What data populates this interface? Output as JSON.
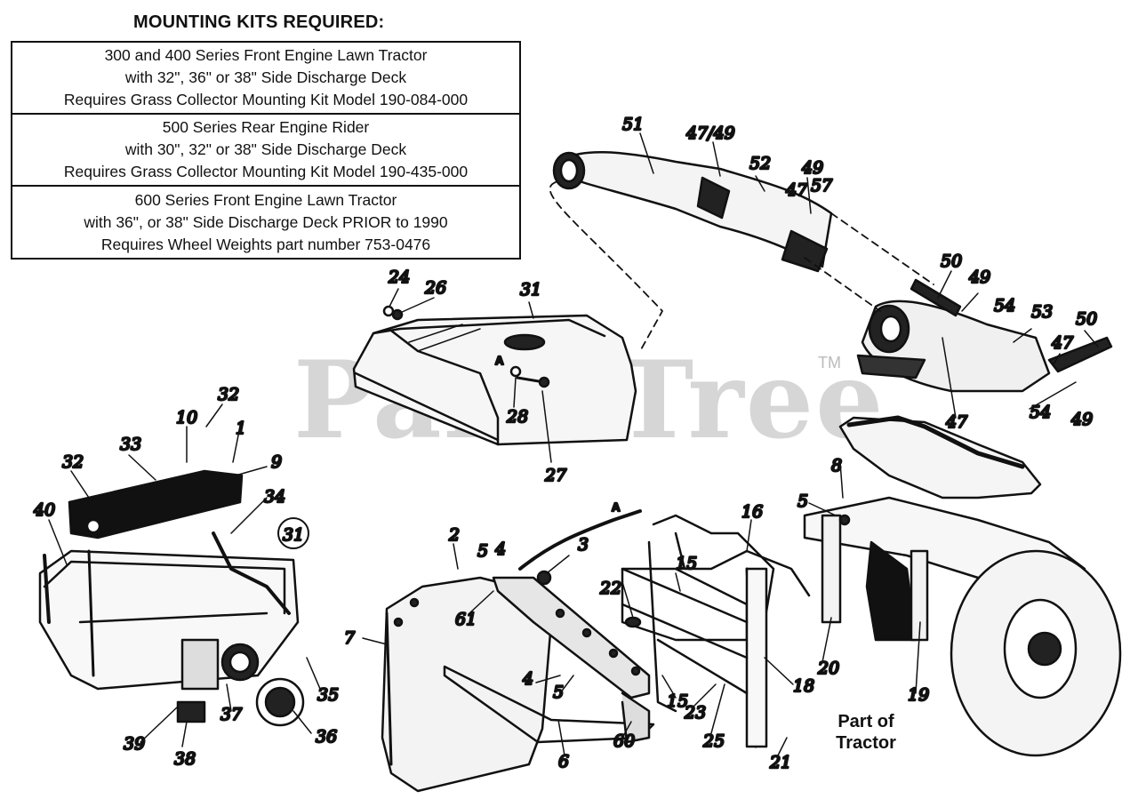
{
  "header": {
    "title": "MOUNTING KITS REQUIRED:"
  },
  "kits": [
    {
      "lines": [
        "300 and 400 Series Front Engine Lawn Tractor",
        "with 32\", 36\" or 38\" Side Discharge Deck",
        "Requires Grass Collector Mounting Kit Model 190-084-000"
      ]
    },
    {
      "lines": [
        "500 Series Rear Engine Rider",
        "with 30\", 32\" or 38\" Side Discharge Deck",
        "Requires Grass Collector Mounting Kit Model 190-435-000"
      ]
    },
    {
      "lines": [
        "600 Series Front Engine Lawn Tractor",
        "with 36\", or 38\" Side Discharge Deck PRIOR to 1990",
        "Requires Wheel Weights part number 753-0476"
      ]
    }
  ],
  "watermark": {
    "text": "PartsTree",
    "tm": "TM"
  },
  "note": {
    "line1": "Part of",
    "line2": "Tractor"
  },
  "labels": {
    "l1": "1",
    "l2": "2",
    "l3": "3",
    "l4a": "4",
    "l4b": "4",
    "l5a": "5",
    "l5b": "5",
    "l5c": "5",
    "l6": "6",
    "l7": "7",
    "l8": "8",
    "l9": "9",
    "l10": "10",
    "l15a": "15",
    "l15b": "15",
    "l16": "16",
    "l18": "18",
    "l19": "19",
    "l20": "20",
    "l21": "21",
    "l22": "22",
    "l23": "23",
    "l24": "24",
    "l25": "25",
    "l26": "26",
    "l27": "27",
    "l28": "28",
    "l31a": "31",
    "l31b": "31",
    "l32a": "32",
    "l32b": "32",
    "l33": "33",
    "l34": "34",
    "l35": "35",
    "l36": "36",
    "l37": "37",
    "l38": "38",
    "l39": "39",
    "l40": "40",
    "l47a": "47/49",
    "l47b": "47",
    "l47c": "47",
    "l47d": "47",
    "l49a": "49",
    "l49b": "49",
    "l49c": "49",
    "l50a": "50",
    "l50b": "50",
    "l51": "51",
    "l52": "52",
    "l53": "53",
    "l54a": "54",
    "l54b": "54",
    "l57": "57",
    "l60": "60",
    "l61": "61",
    "refA1": "A",
    "refA2": "A"
  }
}
